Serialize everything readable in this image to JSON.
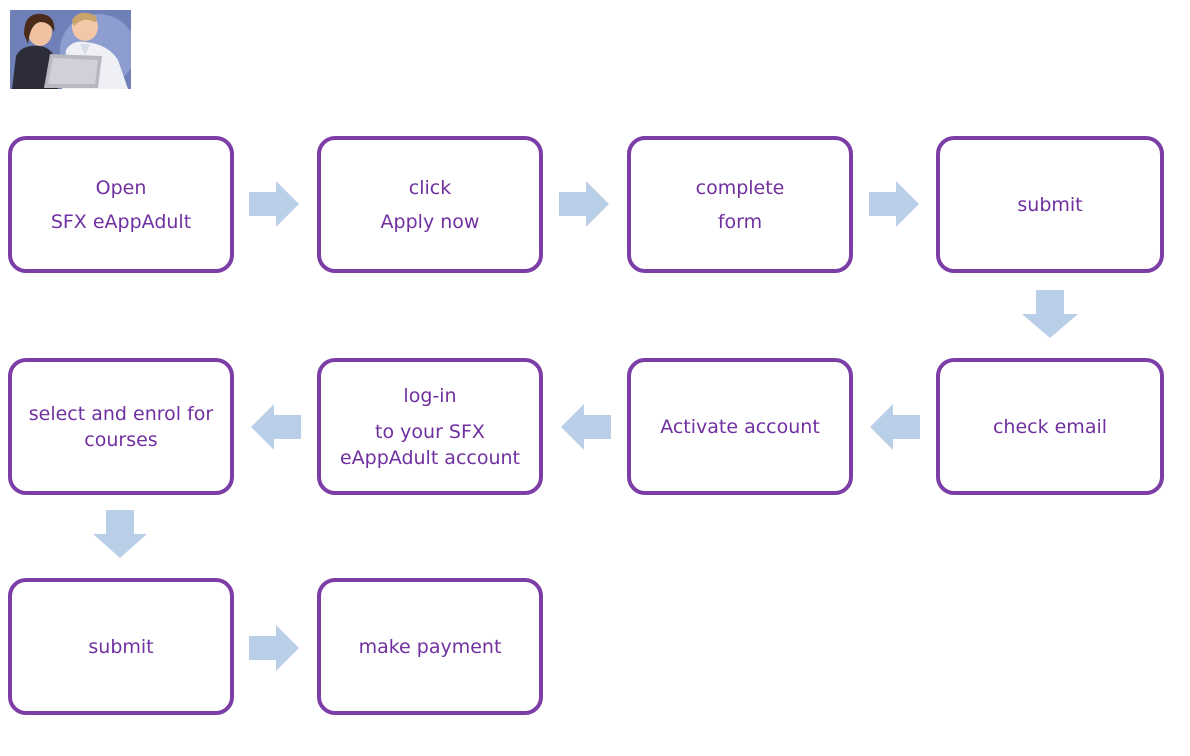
{
  "colors": {
    "box_border": "#7c3ea6",
    "box_text": "#7030a0",
    "arrow_fill": "#b9cfe8"
  },
  "clipart_icon": "two-people-at-laptop-icon",
  "steps": [
    {
      "lines": [
        "Open",
        "SFX eAppAdult"
      ]
    },
    {
      "lines": [
        "click",
        "Apply now"
      ]
    },
    {
      "lines": [
        "complete",
        "form"
      ]
    },
    {
      "lines": [
        "submit"
      ]
    },
    {
      "lines": [
        "check email"
      ]
    },
    {
      "lines": [
        "Activate account"
      ]
    },
    {
      "lines": [
        "log-in",
        "to your SFX",
        "eAppAdult account"
      ]
    },
    {
      "lines": [
        "select and enrol for",
        "courses"
      ]
    },
    {
      "lines": [
        "submit"
      ]
    },
    {
      "lines": [
        "make payment"
      ]
    }
  ]
}
